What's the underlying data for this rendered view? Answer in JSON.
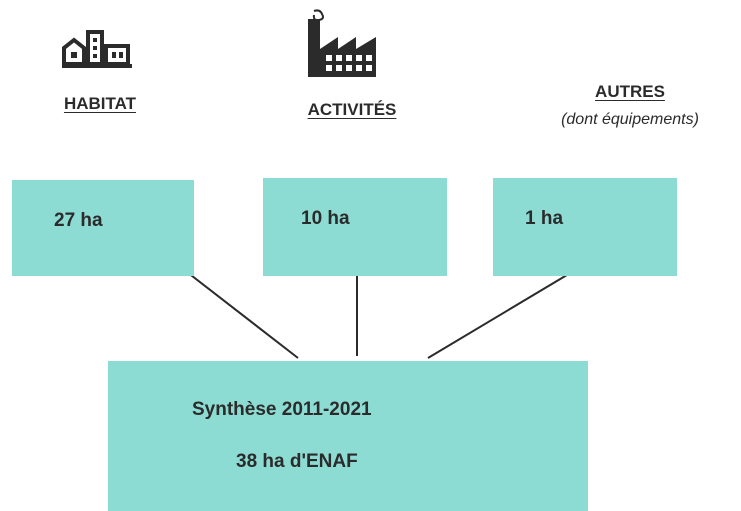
{
  "categories": [
    {
      "label": "HABITAT",
      "sublabel": "",
      "icon": "buildings-icon",
      "value": "27 ha"
    },
    {
      "label": "ACTIVITÉS",
      "sublabel": "",
      "icon": "factory-icon",
      "value": "10 ha"
    },
    {
      "label": "AUTRES",
      "sublabel": "(dont équipements)",
      "icon": "",
      "value": "1 ha"
    }
  ],
  "summary": {
    "line1": "Synthèse 2011-2021",
    "line2": "38 ha d'ENAF"
  },
  "colors": {
    "box_fill": "#8ddcd4",
    "text": "#2b2b2b",
    "connector": "#2b2b2b"
  }
}
